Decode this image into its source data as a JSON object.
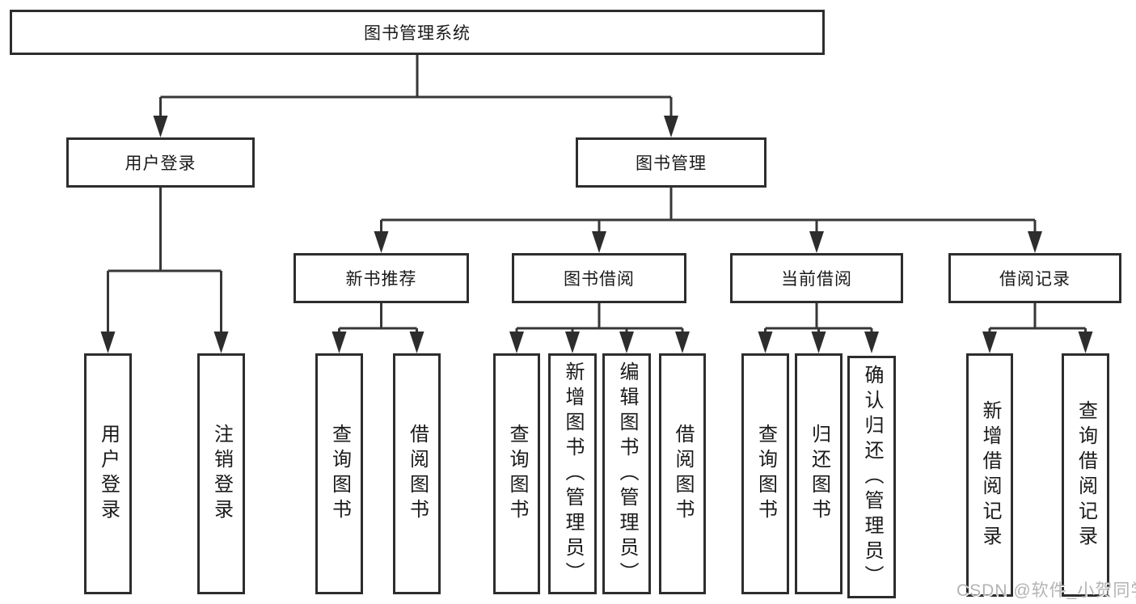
{
  "tree": {
    "root": {
      "label": "图书管理系统",
      "children": [
        {
          "label": "用户登录",
          "children": [
            {
              "label": "用户登录"
            },
            {
              "label": "注销登录"
            }
          ]
        },
        {
          "label": "图书管理",
          "children": [
            {
              "label": "新书推荐",
              "children": [
                {
                  "label": "查询图书"
                },
                {
                  "label": "借阅图书"
                }
              ]
            },
            {
              "label": "图书借阅",
              "children": [
                {
                  "label": "查询图书"
                },
                {
                  "label": "新增图书（管理员）"
                },
                {
                  "label": "编辑图书（管理员）"
                },
                {
                  "label": "借阅图书"
                }
              ]
            },
            {
              "label": "当前借阅",
              "children": [
                {
                  "label": "查询图书"
                },
                {
                  "label": "归还图书"
                },
                {
                  "label": "确认归还（管理员）"
                }
              ]
            },
            {
              "label": "借阅记录",
              "children": [
                {
                  "label": "新增借阅记录"
                },
                {
                  "label": "查询借阅记录"
                }
              ]
            }
          ]
        }
      ]
    }
  },
  "watermark": "CSDN @软件_小贺同学",
  "colors": {
    "background": "#ffffff",
    "box_border": "#2d2d2d",
    "connector_line": "#373737",
    "text": "#1a1a1a",
    "watermark_text": "#b3b3b3"
  }
}
